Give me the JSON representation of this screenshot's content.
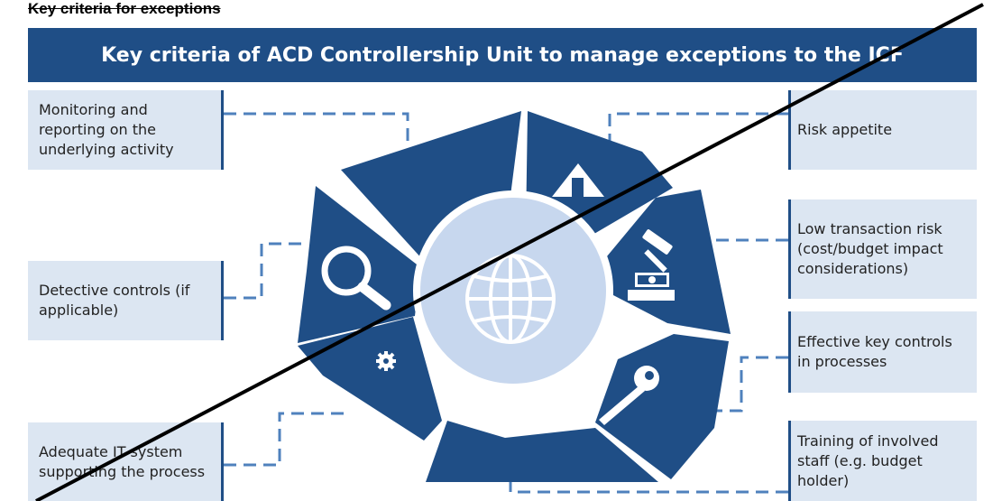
{
  "heading": "Key criteria for exceptions",
  "banner_title": "Key criteria of ACD Controllership Unit to manage exceptions to the ICF",
  "left_criteria": [
    "Monitoring and reporting on the underlying activity",
    "Detective controls (if applicable)",
    "Adequate IT system supporting the process"
  ],
  "right_criteria": [
    "Risk appetite",
    "Low transaction risk (cost/budget impact considerations)",
    "Effective key controls in processes",
    "Training of involved staff (e.g. budget holder)"
  ],
  "colors": {
    "dark_blue": "#1f4e86",
    "light_blue": "#dce6f2",
    "center_circle": "#c7d7ee",
    "connector": "#4f81bd"
  },
  "icons": [
    "warning-icon",
    "gavel-icon",
    "money-icon",
    "key-icon",
    "gear-icon",
    "magnifier-icon",
    "globe-icon"
  ]
}
